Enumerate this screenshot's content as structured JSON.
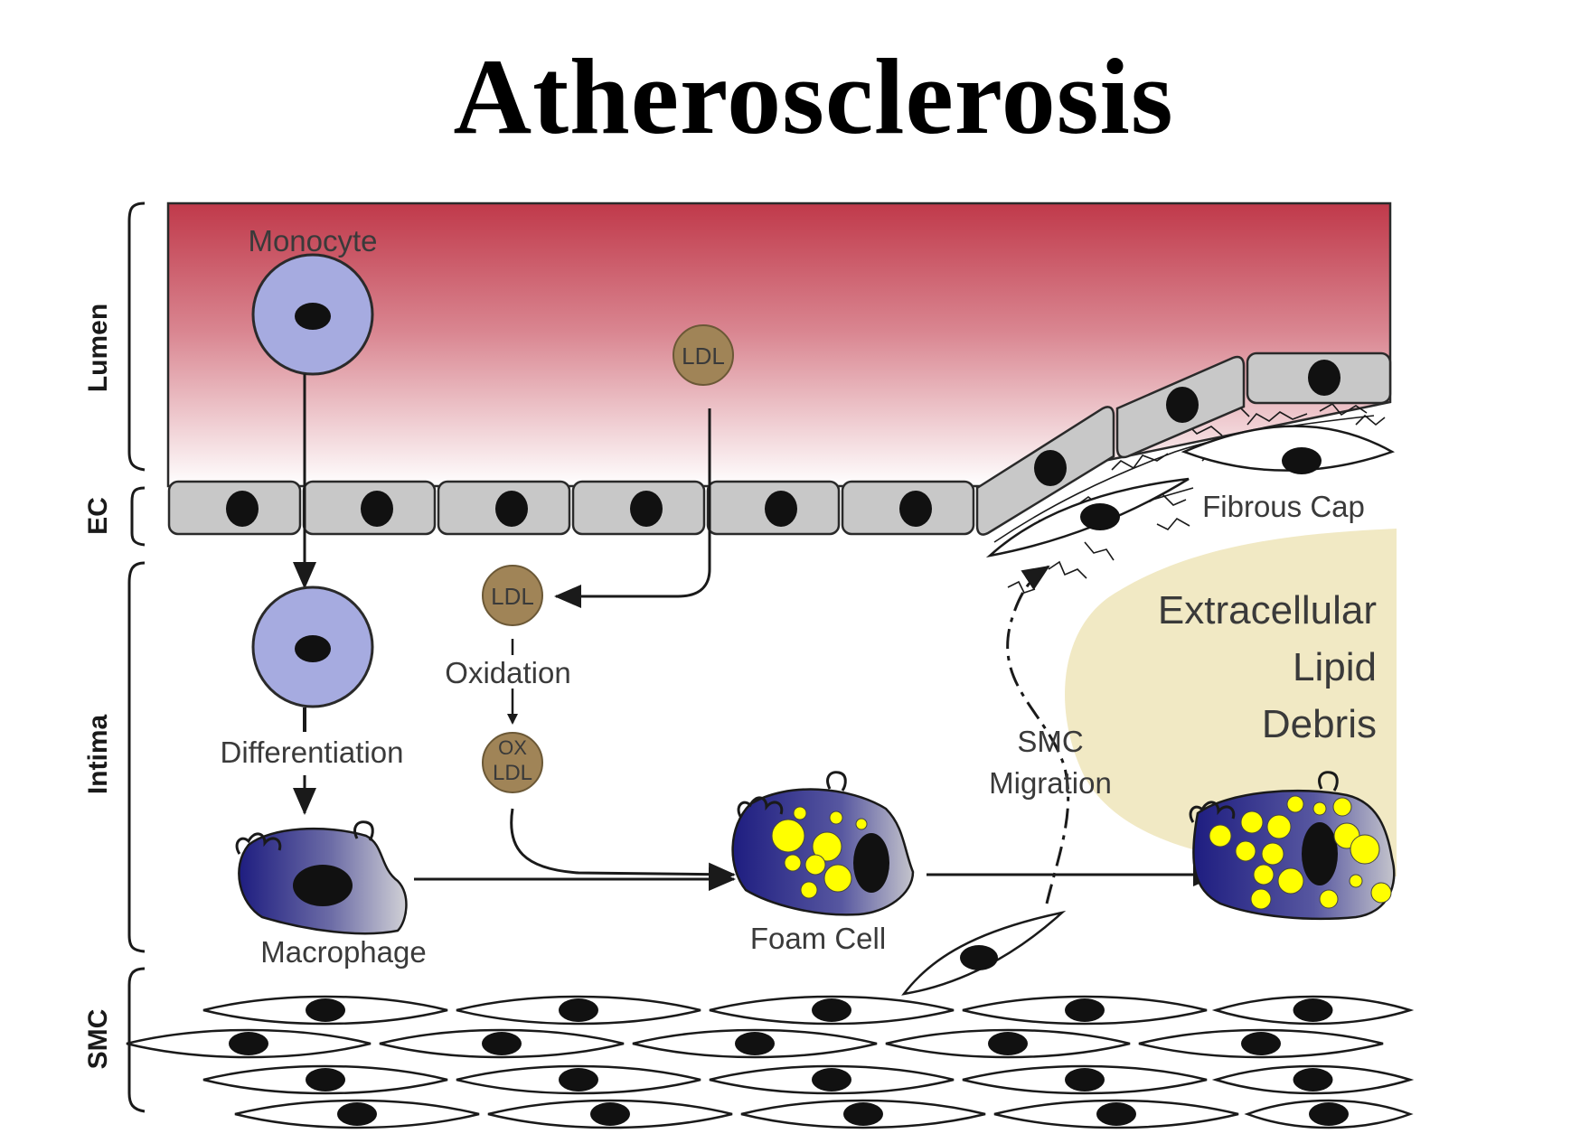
{
  "title": "Atherosclerosis",
  "layers": {
    "lumen": "Lumen",
    "ec": "EC",
    "intima": "Intima",
    "smc": "SMC"
  },
  "labels": {
    "monocyte": "Monocyte",
    "ldl_lumen": "LDL",
    "ldl_intima": "LDL",
    "oxidation": "Oxidation",
    "ox_ldl_line1": "OX",
    "ox_ldl_line2": "LDL",
    "differentiation": "Differentiation",
    "macrophage": "Macrophage",
    "foam_cell": "Foam Cell",
    "smc_migration_line1": "SMC",
    "smc_migration_line2": "Migration",
    "fibrous_cap": "Fibrous Cap",
    "lipid_line1": "Extracellular",
    "lipid_line2": "Lipid",
    "lipid_line3": "Debris"
  },
  "colors": {
    "lumen_top": "#c0394a",
    "lumen_bottom": "#ffffff",
    "cell_gray": "#c8c8c8",
    "monocyte": "#a6abe0",
    "ldl": "#a08457",
    "macrophage_dark": "#2b2a86",
    "macrophage_light": "#c9c9cf",
    "lipid_droplet": "#ffff00",
    "lipid_debris": "#f1e9c4"
  }
}
